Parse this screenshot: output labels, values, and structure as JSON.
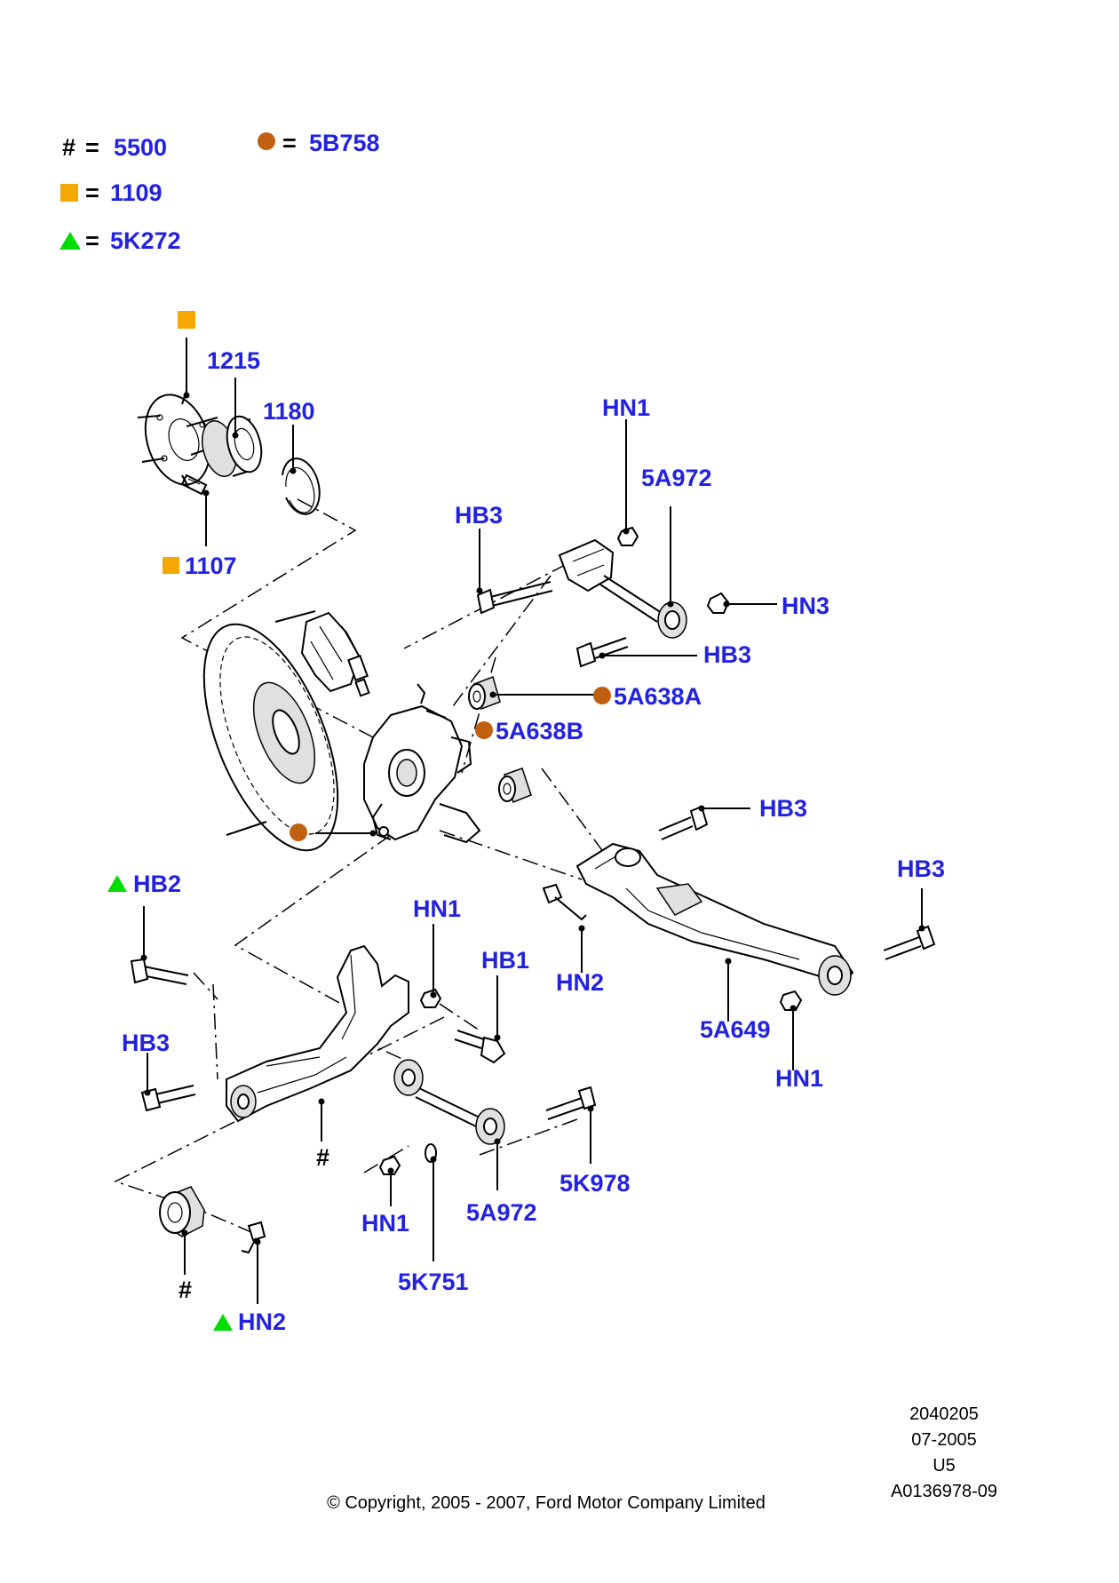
{
  "legend": {
    "hash": {
      "symbol": "#",
      "eq": "=",
      "code": "5500"
    },
    "brown_circle": {
      "eq": "=",
      "code": "5B758",
      "color": "#c06010"
    },
    "orange_square": {
      "eq": "=",
      "code": "1109",
      "color": "#f5a800"
    },
    "green_triangle": {
      "eq": "=",
      "code": "5K272",
      "color": "#00dd00"
    }
  },
  "callouts": {
    "c1215": "1215",
    "c1180": "1180",
    "c1107": "1107",
    "hn1_top": "HN1",
    "c5a972_top": "5A972",
    "hb3_top": "HB3",
    "hn3": "HN3",
    "hb3_mid": "HB3",
    "c5a638a": "5A638A",
    "c5a638b": "5A638B",
    "hb3_right1": "HB3",
    "hb3_right2": "HB3",
    "hb2": "HB2",
    "hn1_mid": "HN1",
    "hb1": "HB1",
    "hn2_mid": "HN2",
    "c5a649": "5A649",
    "hn1_right": "HN1",
    "hb3_left": "HB3",
    "hash_mid": "#",
    "c5k978": "5K978",
    "c5a972_bot": "5A972",
    "hn1_bot": "HN1",
    "hash_bot": "#",
    "hn2_bot": "HN2",
    "c5k751": "5K751"
  },
  "footer": {
    "ref1": "2040205",
    "ref2": "07-2005",
    "ref3": "U5",
    "ref4": "A0136978-09",
    "copyright": "© Copyright, 2005 - 2007, Ford Motor Company Limited"
  }
}
